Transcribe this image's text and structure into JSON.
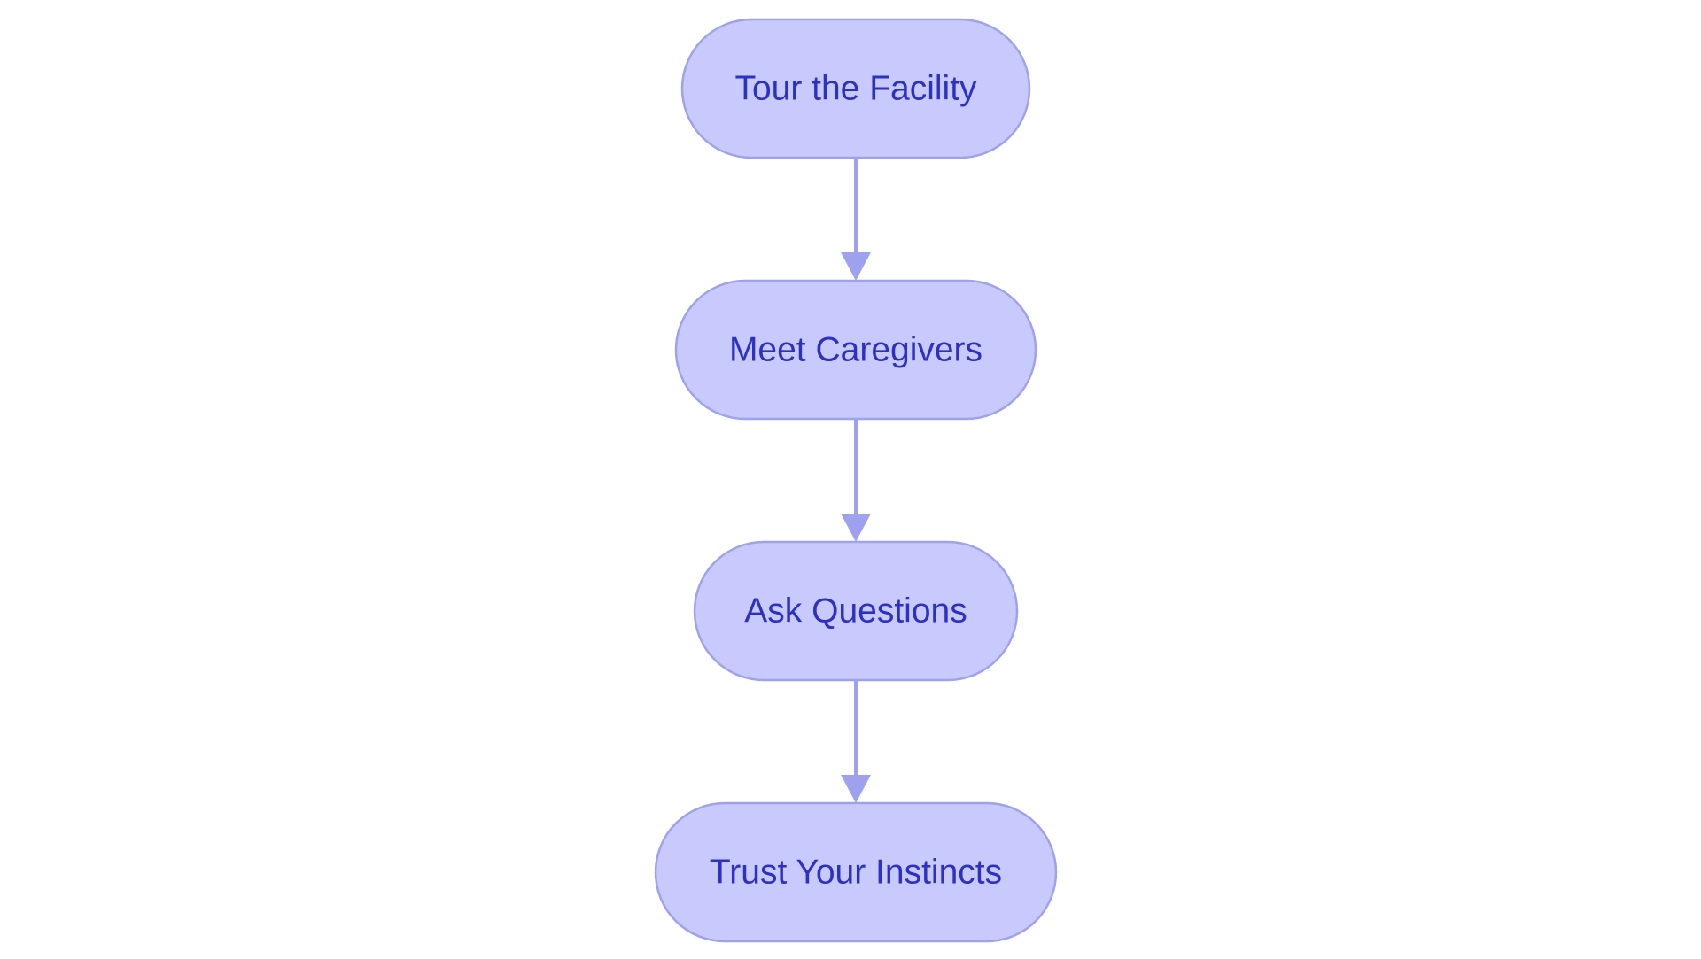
{
  "diagram": {
    "type": "flowchart",
    "direction": "top-to-bottom",
    "colors": {
      "node_fill": "#c8cafd",
      "node_stroke": "#9ea2ee",
      "text": "#2c30c3",
      "edge": "#9ea2ee",
      "background": "#ffffff"
    },
    "nodes": [
      {
        "id": "tour",
        "label": "Tour the Facility"
      },
      {
        "id": "meet",
        "label": "Meet Caregivers"
      },
      {
        "id": "ask",
        "label": "Ask Questions"
      },
      {
        "id": "trust",
        "label": "Trust Your Instincts"
      }
    ],
    "edges": [
      {
        "from": "tour",
        "to": "meet"
      },
      {
        "from": "meet",
        "to": "ask"
      },
      {
        "from": "ask",
        "to": "trust"
      }
    ]
  }
}
